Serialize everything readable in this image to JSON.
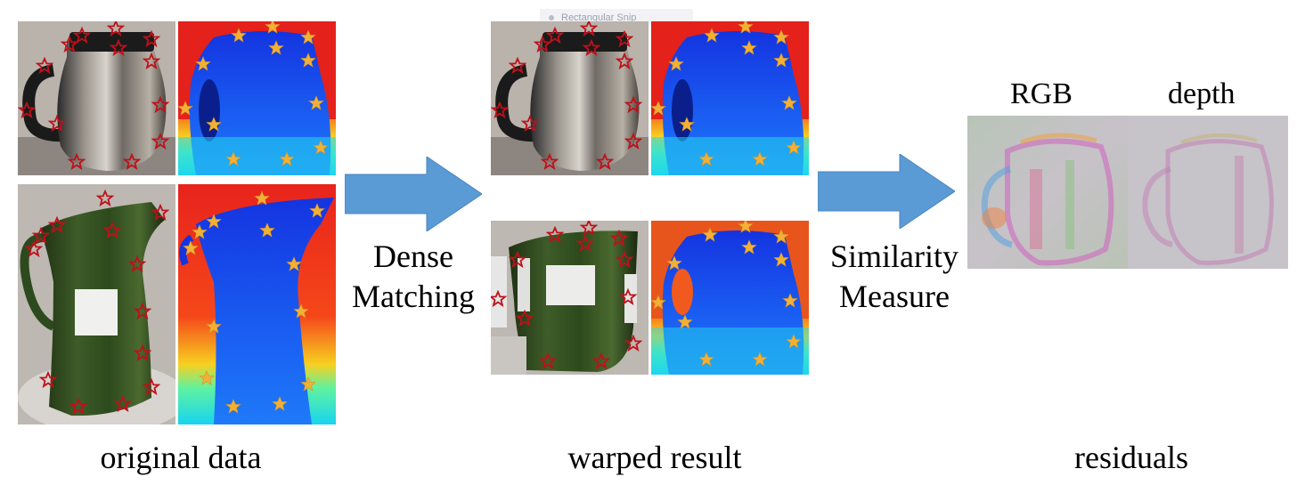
{
  "captions": {
    "original": "original data",
    "warped": "warped result",
    "residuals": "residuals"
  },
  "arrows": {
    "first_line1": "Dense",
    "first_line2": "Matching",
    "second_line1": "Similarity",
    "second_line2": "Measure"
  },
  "residual_labels": {
    "rgb": "RGB",
    "depth": "depth"
  },
  "overlay": {
    "snip_label": "Rectangular Snip",
    "snip_icon": "snip-dot-icon"
  },
  "colors": {
    "arrow_blue": "#5b9bd5",
    "red_star": "#c0101a",
    "gold_star": "#f2b134"
  }
}
